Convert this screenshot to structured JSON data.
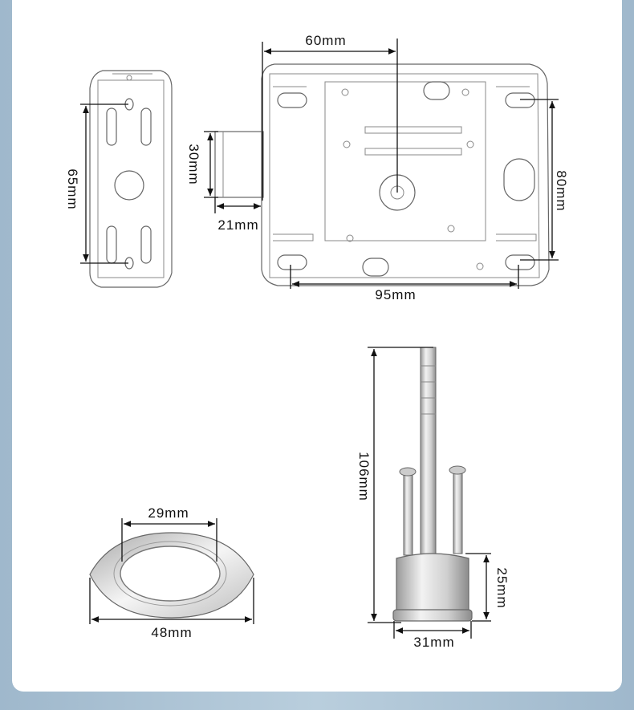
{
  "dimensions": {
    "lock_width_top": "60mm",
    "bolt_height": "30mm",
    "bolt_projection": "21mm",
    "side_height": "65mm",
    "lock_height": "80mm",
    "lock_width_bottom": "95mm",
    "rosette_inner": "29mm",
    "rosette_outer": "48mm",
    "cylinder_total_length": "106mm",
    "cylinder_body_height": "25mm",
    "cylinder_diameter": "31mm"
  }
}
